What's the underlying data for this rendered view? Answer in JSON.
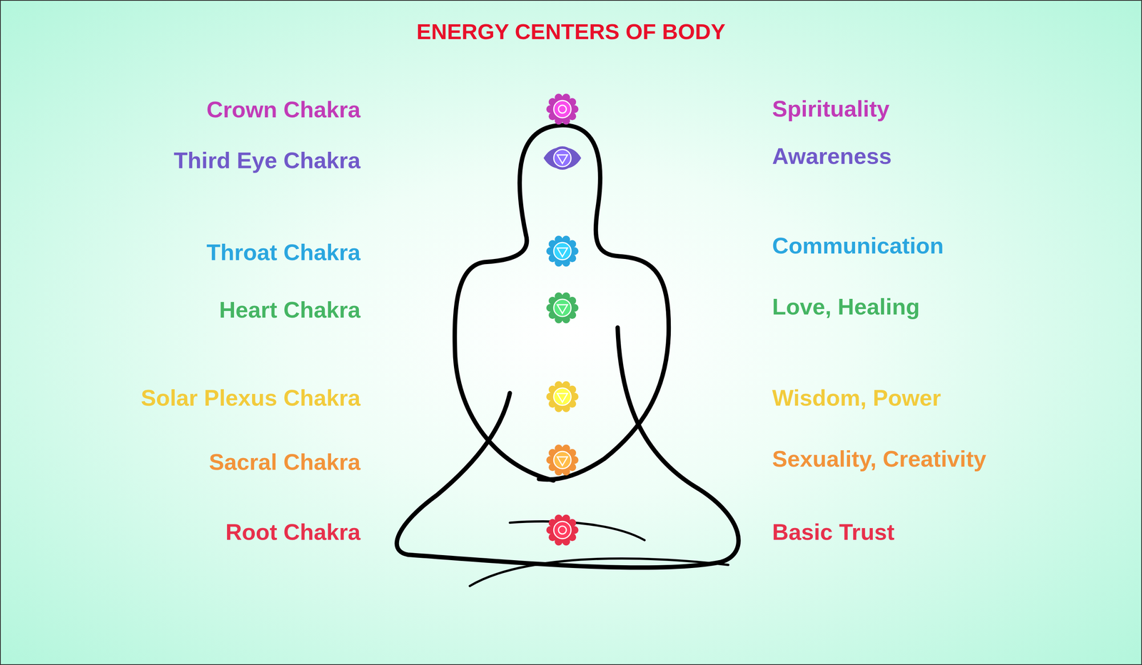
{
  "diagram": {
    "title": "ENERGY CENTERS OF BODY",
    "labels": [
      "Crown Chakra",
      "Spirituality",
      "Third Eye Chakra",
      "Awareness",
      "Throat Chakra",
      "Communication",
      "Heart Chakra",
      "Love, Healing",
      "Solar Plexus Chakra",
      "Wisdom, Power",
      "Sacral Chakra",
      "Sexuality, Creativity",
      "Root Chakra",
      "Basic Trust"
    ]
  }
}
